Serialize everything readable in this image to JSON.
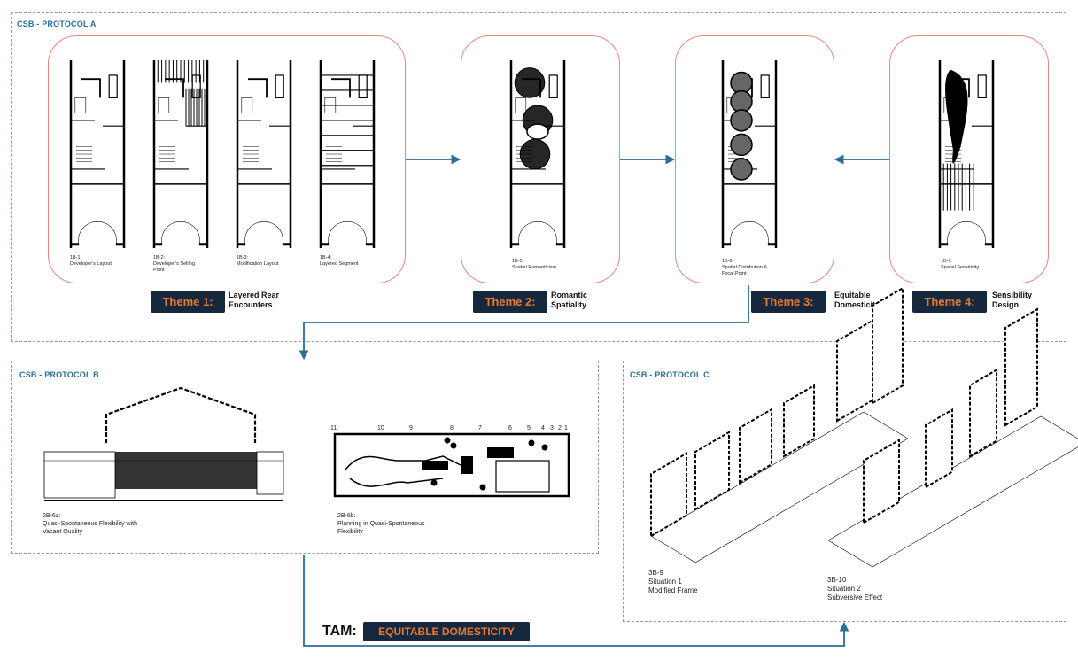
{
  "protocol_a": {
    "label": "CSB - PROTOCOL A",
    "plans": [
      {
        "caption": "1B-1:\nDeveloper's Layout"
      },
      {
        "caption": "1B-2:\nDeveloper's Selling\nPoint"
      },
      {
        "caption": "1B-3:\nModification Layout"
      },
      {
        "caption": "1B-4:\nLayered Segment"
      },
      {
        "caption": "1B-5:\nSpatial Romanticism"
      },
      {
        "caption": "1B-6:\nSpatial Distribution &\nFocal Point"
      },
      {
        "caption": "1B-7:\nSpatial Sensitivity"
      }
    ],
    "themes": [
      {
        "label": "Theme 1:",
        "desc": "Layered Rear\nEncounters"
      },
      {
        "label": "Theme 2:",
        "desc": "Romantic\nSpatiality"
      },
      {
        "label": "Theme 3:",
        "desc": "Equitable\nDomesticity"
      },
      {
        "label": "Theme 4:",
        "desc": "Sensibility\nDesign"
      }
    ]
  },
  "protocol_b": {
    "label": "CSB - PROTOCOL B",
    "captions": [
      "2B-6a:\nQuasi-Spontaneous Flexibility with\nVacant Quality",
      "2B-6b:\nPlanning in Quasi-Spontaneous\nFlexibility"
    ],
    "plan_numbers": [
      "11",
      "10",
      "9",
      "8",
      "7",
      "6",
      "5",
      "4",
      "3",
      "2",
      "1"
    ]
  },
  "protocol_c": {
    "label": "CSB - PROTOCOL C",
    "captions": [
      "3B-9\nSituation 1\nModified Frame",
      "3B-10\nSituation 2\nSubversive Effect"
    ]
  },
  "tam": {
    "label": "TAM:",
    "value": "EQUITABLE DOMESTICITY"
  },
  "colors": {
    "arrow": "#2a6f96",
    "group_border": "#e5897e",
    "theme_bg": "#16283e",
    "theme_text": "#e87a2f"
  }
}
